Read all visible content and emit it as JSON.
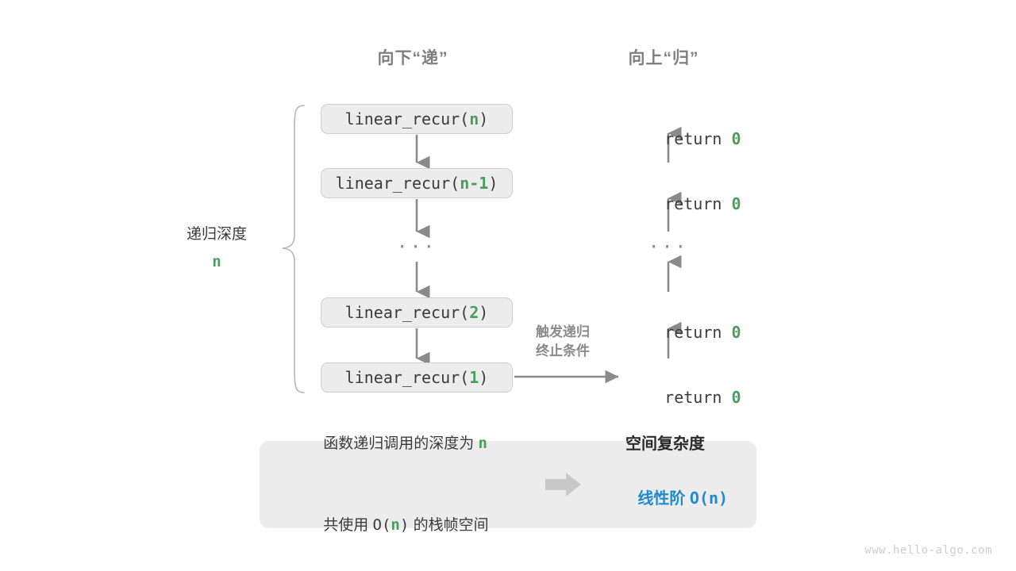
{
  "headers": {
    "down": "向下“递”",
    "up": "向上“归”"
  },
  "depth_label": {
    "text": "递归深度",
    "variable": "n"
  },
  "call_stack": [
    {
      "prefix": "linear_recur(",
      "arg": "n",
      "suffix": ")"
    },
    {
      "prefix": "linear_recur(",
      "arg": "n-1",
      "suffix": ")"
    },
    {
      "ellipsis": "···"
    },
    {
      "prefix": "linear_recur(",
      "arg": "2",
      "suffix": ")"
    },
    {
      "prefix": "linear_recur(",
      "arg": "1",
      "suffix": ")"
    }
  ],
  "returns": [
    {
      "keyword": "return ",
      "value": "0"
    },
    {
      "keyword": "return ",
      "value": "0"
    },
    {
      "ellipsis": "···"
    },
    {
      "keyword": "return ",
      "value": "0"
    },
    {
      "keyword": "return ",
      "value": "0"
    }
  ],
  "note": {
    "line1": "触发递归",
    "line2": "终止条件"
  },
  "summary": {
    "left_line1_pre": "函数递归调用的深度为 ",
    "left_line1_var": "n",
    "left_line2_pre": "共使用 ",
    "left_line2_o": "O(",
    "left_line2_var": "n",
    "left_line2_close": ")",
    "left_line2_post": " 的栈帧空间",
    "arrow_icon": "right-arrow-icon",
    "right_title": "空间复杂度",
    "right_value_zh": "线性阶 ",
    "right_value_mono": "O(n)"
  },
  "watermark": "www.hello-algo.com",
  "colors": {
    "accent_green": "#4a9e5c",
    "accent_blue": "#1f8ad0",
    "box_fill": "#ececec",
    "box_border": "#cfcfcf",
    "arrow_gray": "#8a8a8a",
    "text_dark": "#3b3b3b",
    "muted_gray": "#7f7f7f"
  }
}
